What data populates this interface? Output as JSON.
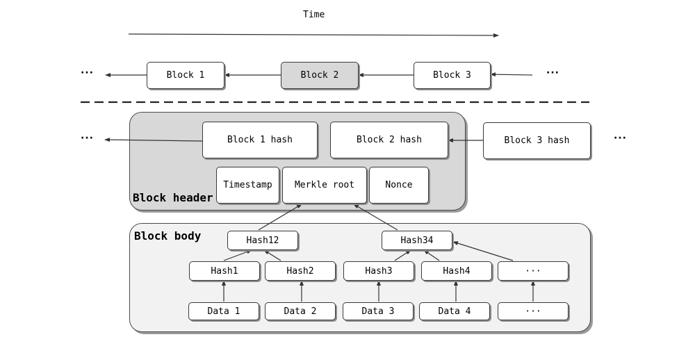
{
  "time_label": "Time",
  "chain": {
    "left_ellipsis": "···",
    "right_ellipsis": "···",
    "blocks": [
      "Block 1",
      "Block 2",
      "Block 3"
    ]
  },
  "header_row": {
    "left_ellipsis": "···",
    "right_ellipsis": "···",
    "hashes": [
      "Block 1 hash",
      "Block 2 hash",
      "Block 3 hash"
    ]
  },
  "block_header": {
    "label": "Block header",
    "fields": [
      "Timestamp",
      "Merkle root",
      "Nonce"
    ]
  },
  "block_body": {
    "label": "Block body",
    "level2": [
      "Hash12",
      "Hash34"
    ],
    "level1": [
      "Hash1",
      "Hash2",
      "Hash3",
      "Hash4",
      "···"
    ],
    "data": [
      "Data 1",
      "Data 2",
      "Data 3",
      "Data 4",
      "···"
    ]
  },
  "colors": {
    "highlight_fill": "#d8d8d8",
    "header_panel_fill": "#d8d8d8",
    "body_panel_fill": "#f2f2f2",
    "line": "#333333"
  }
}
